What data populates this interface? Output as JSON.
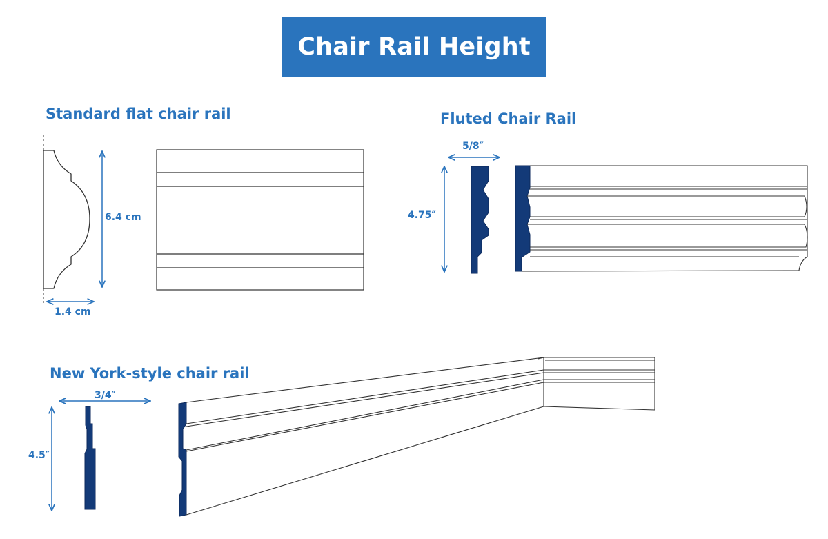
{
  "title": "Chair Rail Height",
  "sections": {
    "standard": {
      "heading": "Standard flat chair rail",
      "height_label": "6.4 cm",
      "depth_label": "1.4 cm"
    },
    "fluted": {
      "heading": "Fluted Chair Rail",
      "height_label": "4.75″",
      "depth_label": "5/8″"
    },
    "new_york": {
      "heading": "New York-style chair rail",
      "height_label": "4.5″",
      "depth_label": "3/4″"
    }
  },
  "colors": {
    "accent": "#2a74bd",
    "profile_fill": "#133a78",
    "line": "#333333"
  }
}
